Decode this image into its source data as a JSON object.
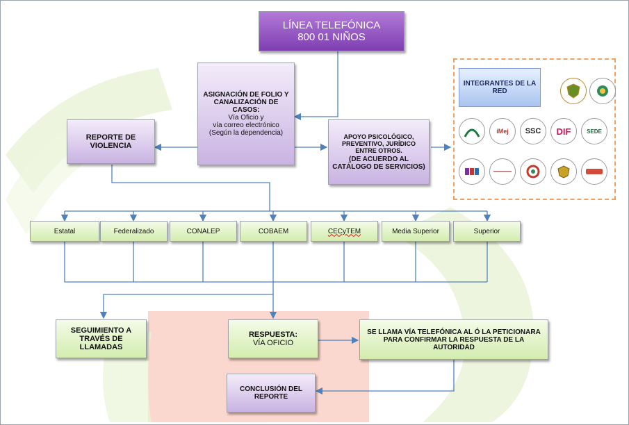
{
  "diagram": {
    "top": {
      "line1": "LÍNEA TELEFÓNICA",
      "line2": "800 01 NIÑOS"
    },
    "asignacion": {
      "title": "ASIGNACIÓN DE FOLIO Y CANALIZACIÓN DE CASOS:",
      "line1": "Vía Oficio y",
      "line2": "vía correo electrónico",
      "line3": "(Según la dependencia)"
    },
    "reporte": {
      "title": "REPORTE DE VIOLENCIA"
    },
    "apoyo": {
      "title": "APOYO PSICOLÓGICO, PREVENTIVO, JURÍDICO ENTRE OTROS.",
      "subtitle": "(DE ACUERDO AL CATÁLOGO DE SERVICIOS)"
    },
    "members": {
      "title": "INTEGRANTES DE LA RED",
      "logos": [
        "",
        "",
        "",
        "iMej",
        "SSC",
        "DIF",
        "SEDE",
        "",
        "",
        "",
        "",
        ""
      ]
    },
    "departments": [
      "Estatal",
      "Federalizado",
      "CONALEP",
      "COBAEM",
      "CECyTEM",
      "Media Superior",
      "Superior"
    ],
    "seguimiento": "SEGUIMIENTO A TRAVÉS DE LLAMADAS",
    "respuesta": {
      "title": "RESPUESTA:",
      "subtitle": "VÍA OFICIO"
    },
    "llamada": "SE LLAMA VÍA TELEFÓNICA AL Ó LA PETICIONARA PARA CONFIRMAR LA RESPUESTA DE LA AUTORIDAD",
    "conclusion": "CONCLUSIÓN DEL REPORTE"
  },
  "colors": {
    "accent_purple": "#8a4fc0",
    "connector": "#4f81bd",
    "member_border": "#f0a060"
  }
}
